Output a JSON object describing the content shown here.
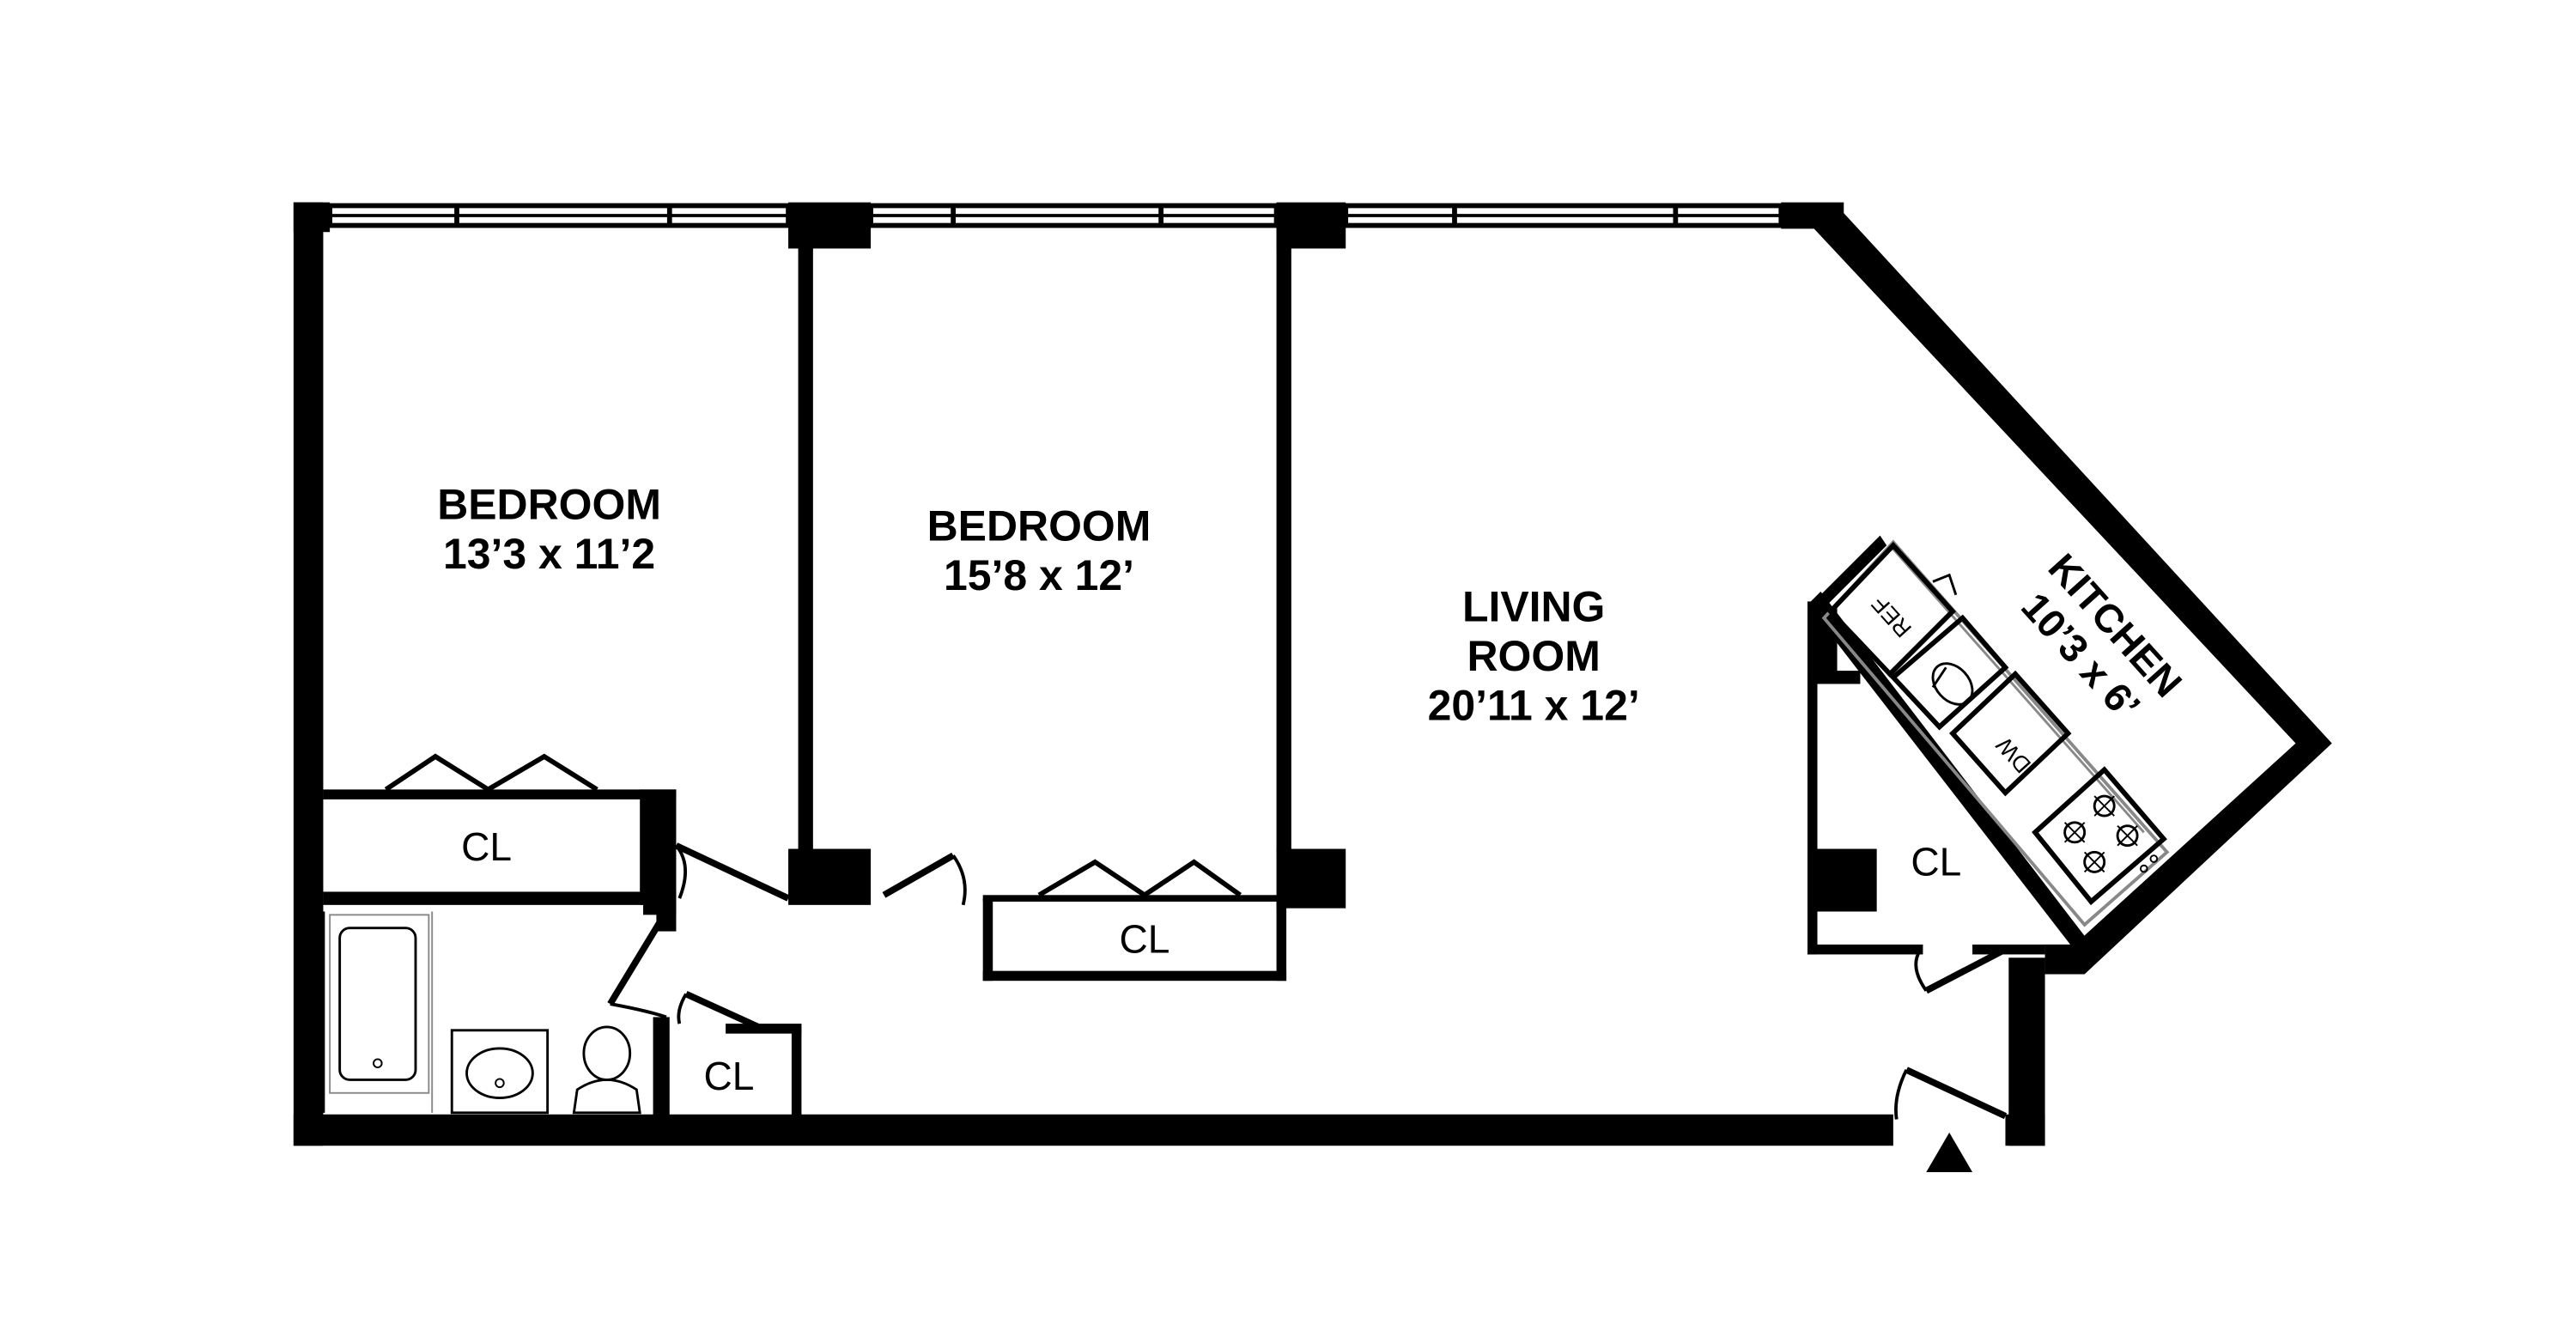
{
  "rooms": {
    "bedroom1": {
      "name": "BEDROOM",
      "dims": "13’3 x 11’2"
    },
    "bedroom2": {
      "name": "BEDROOM",
      "dims": "15’8 x 12’"
    },
    "living": {
      "name_line1": "LIVING",
      "name_line2": "ROOM",
      "dims": "20’11 x 12’"
    },
    "kitchen": {
      "name": "KITCHEN",
      "dims": "10’3 x 6’"
    }
  },
  "closets": {
    "cl1": "CL",
    "cl2": "CL",
    "cl3": "CL",
    "cl4": "CL"
  },
  "appliances": {
    "refrigerator": "REF",
    "dishwasher": "DW"
  }
}
